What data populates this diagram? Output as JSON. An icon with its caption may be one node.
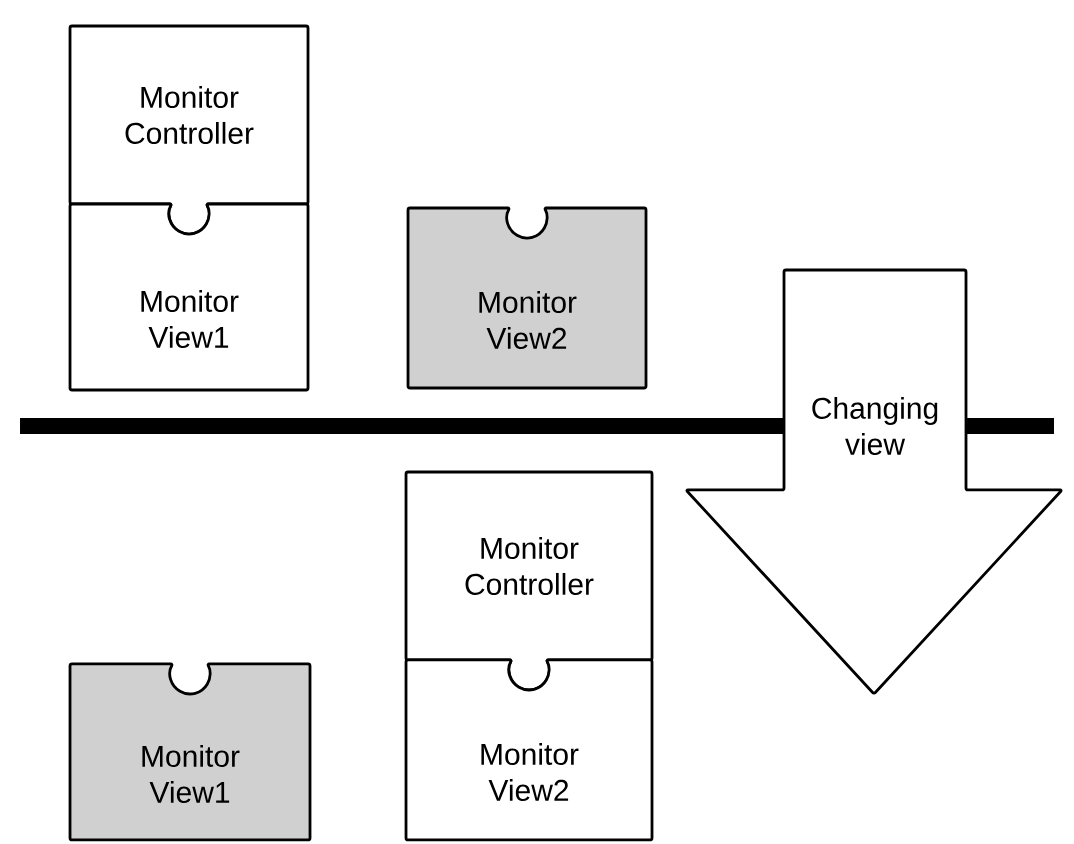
{
  "diagram": {
    "nodes": [
      {
        "text": [
          "Monitor Controller"
        ]
      },
      {
        "text": [
          "Monitor View1"
        ]
      },
      {
        "text": [
          "Monitor View2"
        ]
      },
      {
        "text": [
          "Changing view"
        ]
      },
      {
        "text": [
          "Monitor Controller"
        ]
      },
      {
        "text": [
          "Monitor View1"
        ]
      },
      {
        "text": [
          "Monitor View2"
        ]
      }
    ]
  }
}
